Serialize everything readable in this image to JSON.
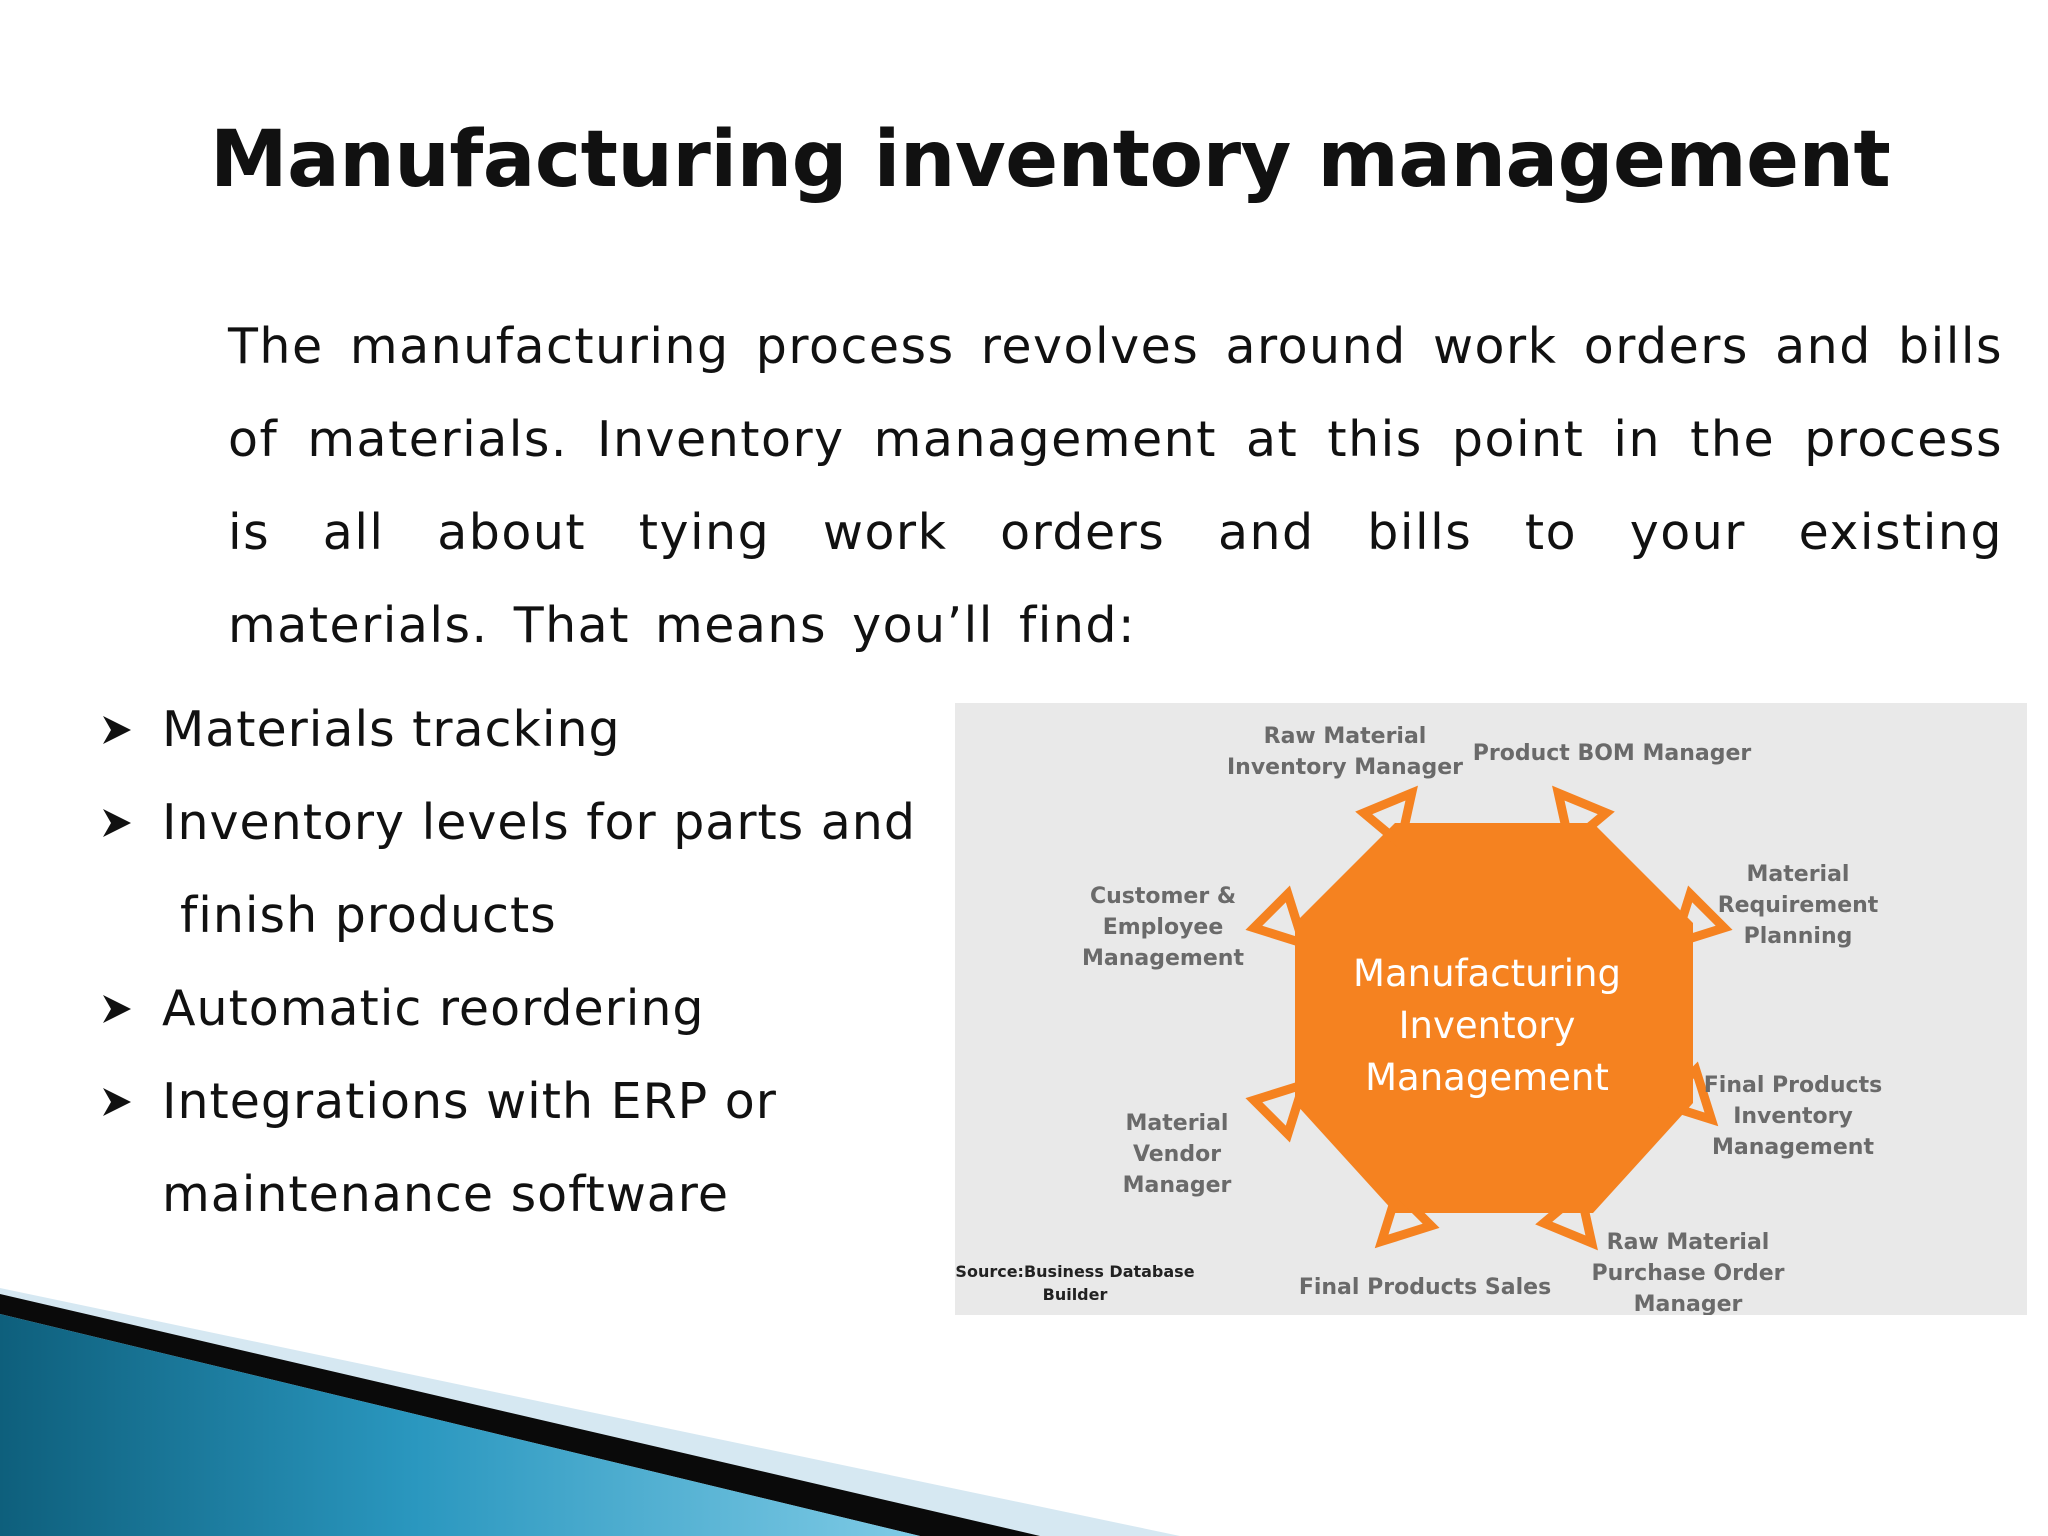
{
  "slide": {
    "title": "Manufacturing inventory management",
    "intro": "The manufacturing process revolves around work orders and bills of materials. Inventory management at this point in the process is all about tying work orders and bills to your existing materials. That means you’ll find:"
  },
  "bullets": [
    {
      "line1": "Materials tracking"
    },
    {
      "line1": "Inventory levels for parts and",
      "line2": "finish products"
    },
    {
      "line1": "Automatic reordering"
    },
    {
      "line1": "Integrations with ERP or",
      "line2": "maintenance software"
    }
  ],
  "diagram": {
    "center": [
      "Manufacturing",
      "Inventory",
      "Management"
    ],
    "nodes": [
      {
        "lines": [
          "Raw Material",
          "Inventory Manager"
        ]
      },
      {
        "lines": [
          "Product BOM Manager"
        ]
      },
      {
        "lines": [
          "Material",
          "Requirement",
          "Planning"
        ]
      },
      {
        "lines": [
          "Final Products",
          "Inventory",
          "Management"
        ]
      },
      {
        "lines": [
          "Raw Material",
          "Purchase Order",
          "Manager"
        ]
      },
      {
        "lines": [
          "Final Products Sales"
        ]
      },
      {
        "lines": [
          "Material",
          "Vendor",
          "Manager"
        ]
      },
      {
        "lines": [
          "Customer &",
          "Employee",
          "Management"
        ]
      }
    ],
    "source": [
      "Source:Business Database",
      "Builder"
    ],
    "colors": {
      "accent": "#f58220",
      "panel": "#e9e9e9",
      "label": "#6a6a6a"
    }
  }
}
